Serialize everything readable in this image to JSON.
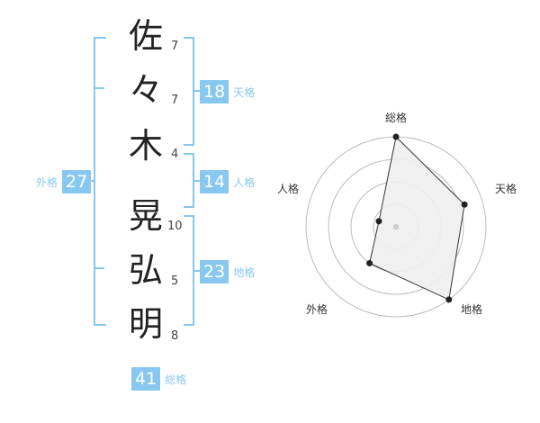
{
  "name": {
    "chars": [
      "佐",
      "々",
      "木",
      "晃",
      "弘",
      "明"
    ],
    "strokes": [
      "7",
      "7",
      "4",
      "10",
      "5",
      "8"
    ]
  },
  "fortune": {
    "tenkaku": {
      "value": "18",
      "label": "天格"
    },
    "jinkaku": {
      "value": "14",
      "label": "人格"
    },
    "chikaku": {
      "value": "23",
      "label": "地格"
    },
    "gaikaku": {
      "value": "27",
      "label": "外格"
    },
    "soukaku": {
      "value": "41",
      "label": "総格"
    }
  },
  "chart_data": {
    "type": "radar",
    "axes": [
      "総格",
      "天格",
      "地格",
      "外格",
      "人格"
    ],
    "values": [
      1.0,
      0.8,
      1.0,
      0.5,
      0.2
    ],
    "max": 1.0,
    "grid_rings": 4,
    "colors": {
      "fill": "#eeeeee",
      "line": "#333333",
      "grid": "#bbbbbb",
      "point": "#222222"
    }
  }
}
